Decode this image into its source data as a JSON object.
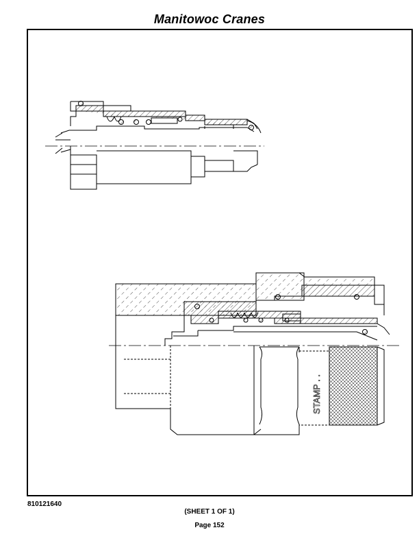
{
  "header": {
    "title": "Manitowoc Cranes"
  },
  "drawing": {
    "stamp_label": "STAMP . ."
  },
  "footer": {
    "part_number": "810121640",
    "sheet": "(SHEET 1 OF 1)",
    "page": "Page 152"
  }
}
